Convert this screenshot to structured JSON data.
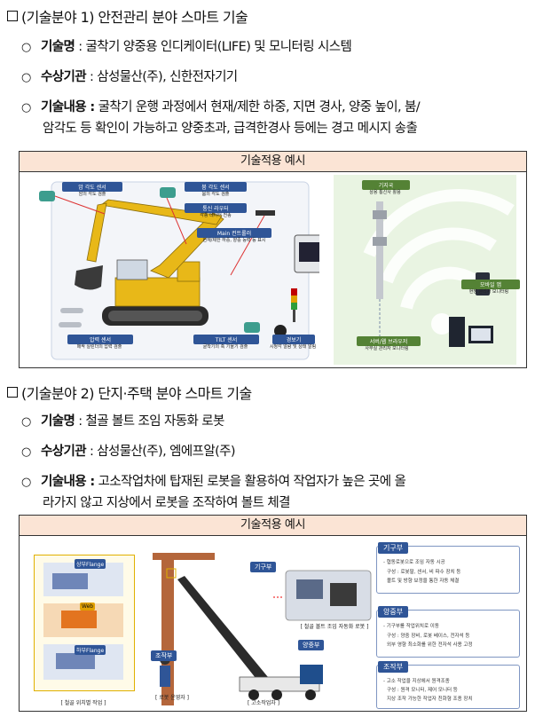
{
  "section1": {
    "title": "(기술분야 1) 안전관리 분야 스마트 기술",
    "tech_name_label": "기술명",
    "tech_name_value": " : 굴착기 양중용 인디케이터(LIFE) 및 모니터링 시스템",
    "award_label": "수상기관",
    "award_value": " : 삼성물산(주), 신한전자기기",
    "content_label": "기술내용 :",
    "content_line1": " 굴착기 운행 과정에서 현재/제한 하중, 지면 경사, 양중 높이, 붐/",
    "content_line2": "암각도 등 확인이 가능하고 양중초과, 급격한경사 등에는 경고 메시지 송출",
    "figure_header": "기술적용 예시",
    "figure": {
      "boom_sensor": "붐 각도 센서",
      "boom_sensor_sub": "붐의 각도 검출",
      "arm_sensor": "암 각도 센서",
      "arm_sensor_sub": "암의 각도 검출",
      "router": "통신 라우터",
      "router_sub": "각종 데이터 전송",
      "main_ctrl": "Main 컨트롤러",
      "main_ctrl_sub": "현재/제한 하중, 양중 능력 등 표시",
      "pressure_sensor": "압력 센서",
      "pressure_sensor_sub": "매싹 실린더의 압력 검출",
      "tilt_sensor": "TILT 센서",
      "tilt_sensor_sub": "굴착기의 축 기울기 검출",
      "alarm": "경보기",
      "alarm_sub": "시청각 알람 및 상태 알림",
      "base_station": "기지국",
      "base_station_sub": "상용 통신사 활용",
      "mobile": "모바일 앱",
      "mobile_sub": "현장 관리자 모니터링",
      "web": "서버/웹 브라우저",
      "web_sub": "사무실 관리자 모니터링"
    }
  },
  "section2": {
    "title": "(기술분야 2) 단지·주택 분야 스마트 기술",
    "tech_name_label": "기술명",
    "tech_name_value": " : 철골 볼트 조임 자동화 로봇",
    "award_label": "수상기관",
    "award_value": " : 삼성물산(주), 엠에프알(주)",
    "content_label": "기술내용 :",
    "content_line1": " 고소작업차에 탑재된 로봇을 활용하여 작업자가 높은 곳에 올",
    "content_line2": "라가지 않고 지상에서 로봇을 조작하여 볼트 체결",
    "figure_header": "기술적용 예시",
    "figure": {
      "upper_flange": "상부Flange",
      "web": "Web",
      "lower_flange": "하부Flange",
      "cap_left": "[ 철골 위치별 작업 ]",
      "mechanism": "기구부",
      "cap_robot": "[ 철골 볼트 조임 자동화 로봇 ]",
      "lift_unit": "양중부",
      "operator": "조작부",
      "cap_operator": "[ 로봇 운영자 ]",
      "cap_lift": "[ 고소작업차 ]",
      "box1_head": "기구부",
      "box1_l1": "- 협동로봇으로 조임 자동 시공",
      "box1_l2": "구성 : 로봇팔, 센서, 비 파수 장치 등",
      "box1_l3": "볼트 및 방향 보정을 통한 자동 체결",
      "box2_head": "양중부",
      "box2_l1": "- 기구부를 작업위치로 이동",
      "box2_l2": "구성 : 양중 장비, 로봇 베이스, 전자석 등",
      "box2_l3": "외부 영향 최소화를 위한 전자석 사용 고정",
      "box3_head": "조작부",
      "box3_l1": "- 고소 작업을 지상에서 원격조종",
      "box3_l2": "구성 : 원격 모니터, 제어 모니터 등",
      "box3_l3": "지상 조작 가능한 작업자 친화형 조종 장치"
    }
  },
  "colors": {
    "header_fill": "#fbe4d5",
    "label_blue": "#2f5597",
    "excavator_yellow": "#e8b818",
    "wifi_green": "#7dbf55"
  }
}
